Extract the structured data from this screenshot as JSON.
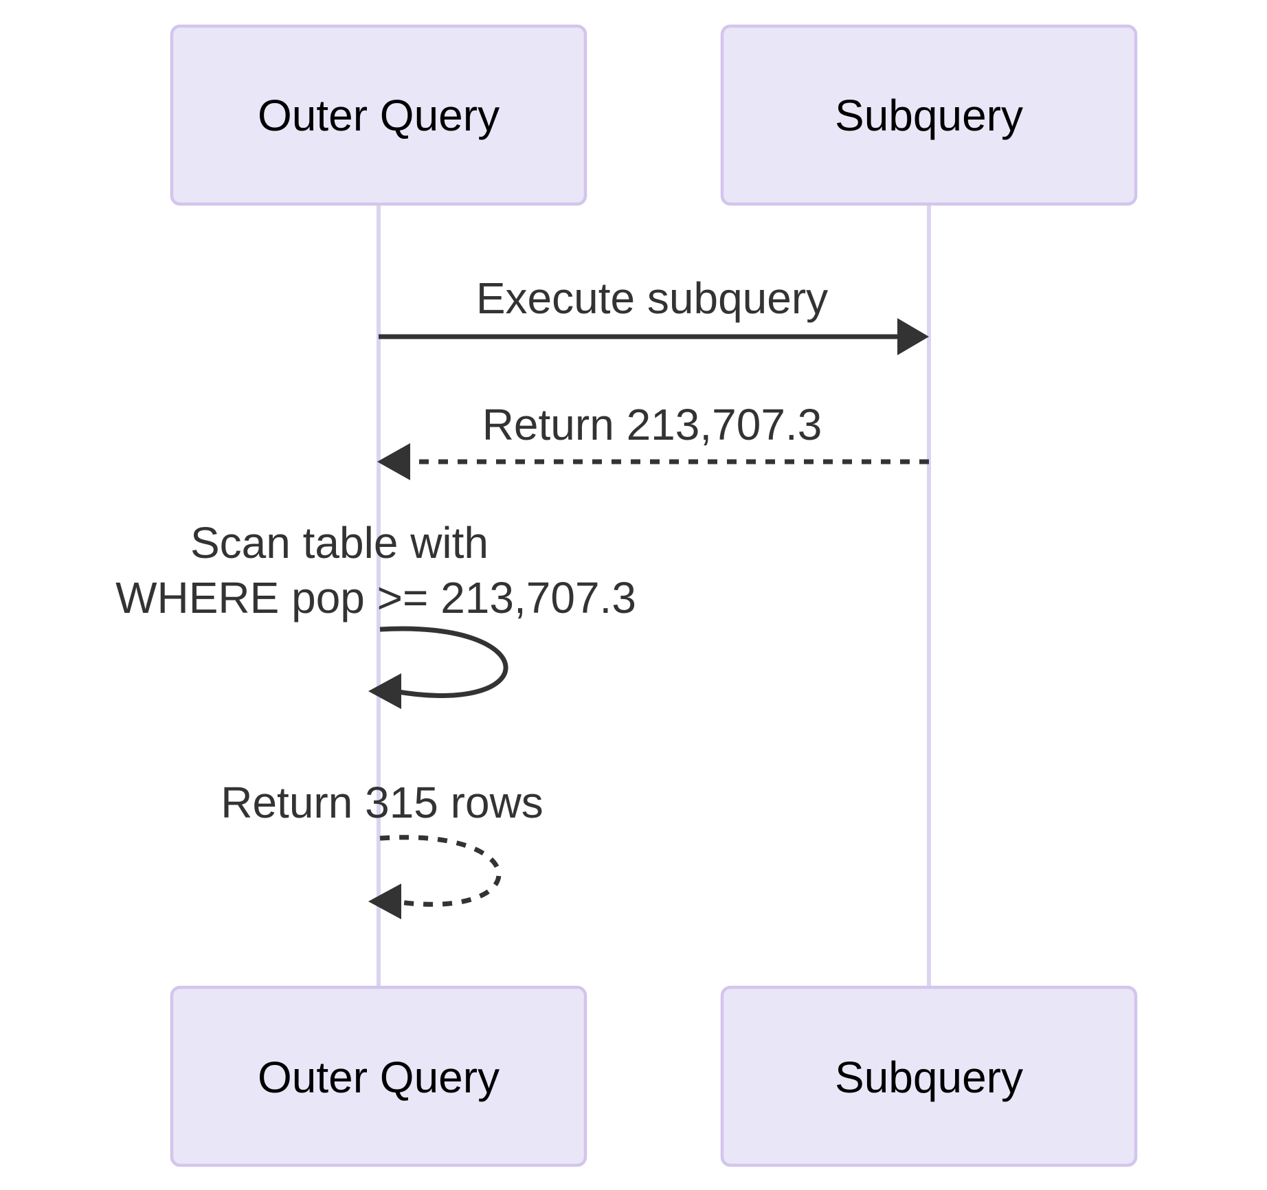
{
  "diagram": {
    "type": "sequence",
    "colors": {
      "background": "#ffffff",
      "actor-fill": "#e9e6f8",
      "actor-border": "#d3c5ec",
      "lifeline": "#dcd3f1",
      "actor-text": "#000000",
      "message-text": "#333333",
      "arrow": "#333333"
    },
    "actors": [
      {
        "label": "Outer Query"
      },
      {
        "label": "Subquery"
      }
    ],
    "messages": [
      {
        "from": "Outer Query",
        "to": "Subquery",
        "label": "Execute subquery",
        "line_style": "solid"
      },
      {
        "from": "Subquery",
        "to": "Outer Query",
        "label": "Return 213,707.3",
        "line_style": "dashed"
      },
      {
        "from": "Outer Query",
        "to": "Outer Query",
        "label": "Scan table with WHERE pop >= 213,707.3",
        "label_lines": [
          "Scan table with",
          "WHERE pop >= 213,707.3"
        ],
        "line_style": "solid"
      },
      {
        "from": "Outer Query",
        "to": "Outer Query",
        "label": "Return 315 rows",
        "label_lines": [
          "Return 315 rows"
        ],
        "line_style": "dashed"
      }
    ]
  }
}
